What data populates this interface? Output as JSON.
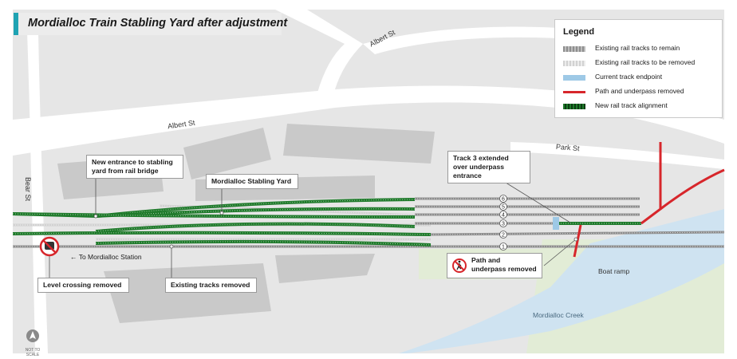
{
  "title": "Mordialloc Train Stabling Yard after adjustment",
  "legend": {
    "title": "Legend",
    "items": [
      {
        "label": "Existing rail tracks to remain",
        "color": "#8e8e8e"
      },
      {
        "label": "Existing rail tracks to be removed",
        "color": "#d2d2d2"
      },
      {
        "label": "Current track endpoint",
        "color": "#9ec9e6"
      },
      {
        "label": "Path and underpass removed",
        "color": "#d7262b"
      },
      {
        "label": "New rail track alignment",
        "color": "#1f7a2b"
      }
    ]
  },
  "streets": {
    "albert_st_north": "Albert St",
    "albert_st_south": "Albert St",
    "park_st": "Park St",
    "bear_st": "Bear St"
  },
  "callouts": {
    "new_entrance": "New entrance to stabling yard from rail bridge",
    "stabling_yard": "Mordialloc Stabling Yard",
    "track3": "Track 3 extended over underpass entrance",
    "level_crossing": "Level crossing removed",
    "existing_tracks": "Existing tracks removed",
    "path_underpass": "Path and underpass removed"
  },
  "labels": {
    "to_station": "To Mordialloc Station",
    "boat_ramp": "Boat ramp",
    "creek": "Mordialloc Creek",
    "not_to_scale": "NOT TO SCALE"
  },
  "track_numbers": [
    "6",
    "5",
    "4",
    "3",
    "2",
    "1"
  ],
  "colors": {
    "water": "#cfe3f1",
    "land": "#e6e6e6",
    "road": "#ffffff",
    "building": "#c9c9c9",
    "park": "#e2ecd6",
    "existing_track": "#8e8e8e",
    "removed_track": "#d2d2d2",
    "new_track": "#1f7a2b",
    "removed_path": "#d7262b",
    "endpoint": "#9ec9e6",
    "accent": "#1fa3b3"
  }
}
